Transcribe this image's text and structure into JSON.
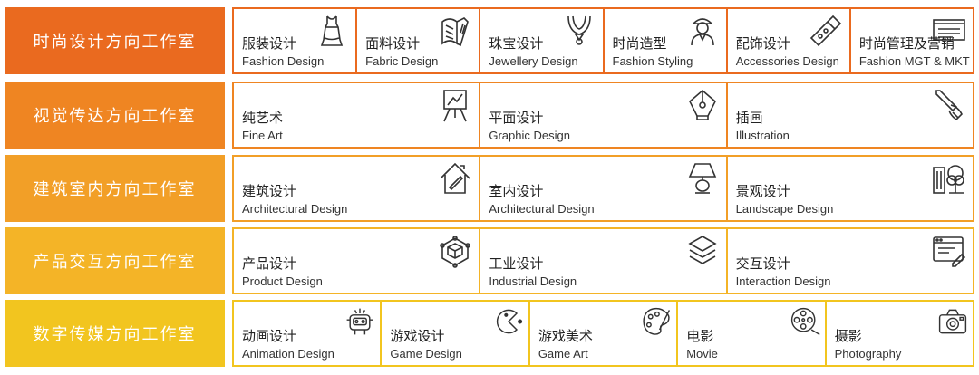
{
  "colors": {
    "row1": "#ea6a1f",
    "row2": "#ef8522",
    "row3": "#f29f27",
    "row4": "#f4b427",
    "row5": "#f2c51f"
  },
  "rows": [
    {
      "label": "时尚设计方向工作室",
      "cells": [
        {
          "zh": "服装设计",
          "en": "Fashion Design",
          "icon": "dress-icon"
        },
        {
          "zh": "面料设计",
          "en": "Fabric Design",
          "icon": "fabric-icon"
        },
        {
          "zh": "珠宝设计",
          "en": "Jewellery Design",
          "icon": "necklace-icon"
        },
        {
          "zh": "时尚造型",
          "en": "Fashion Styling",
          "icon": "stylist-icon"
        },
        {
          "zh": "配饰设计",
          "en": "Accessories Design",
          "icon": "accessory-icon"
        },
        {
          "zh": "时尚管理及营销",
          "en": "Fashion MGT & MKT",
          "icon": "document-icon"
        }
      ]
    },
    {
      "label": "视觉传达方向工作室",
      "cells": [
        {
          "zh": "纯艺术",
          "en": "Fine Art",
          "icon": "easel-icon"
        },
        {
          "zh": "平面设计",
          "en": "Graphic Design",
          "icon": "pen-nib-icon"
        },
        {
          "zh": "插画",
          "en": "Illustration",
          "icon": "pencil-hand-icon"
        }
      ]
    },
    {
      "label": "建筑室内方向工作室",
      "cells": [
        {
          "zh": "建筑设计",
          "en": "Architectural Design",
          "icon": "house-icon"
        },
        {
          "zh": "室内设计",
          "en": "Architectural Design",
          "icon": "lamp-icon"
        },
        {
          "zh": "景观设计",
          "en": "Landscape Design",
          "icon": "tree-building-icon"
        }
      ]
    },
    {
      "label": "产品交互方向工作室",
      "cells": [
        {
          "zh": "产品设计",
          "en": "Product Design",
          "icon": "cube-network-icon"
        },
        {
          "zh": "工业设计",
          "en": "Industrial Design",
          "icon": "layers-icon"
        },
        {
          "zh": "交互设计",
          "en": "Interaction Design",
          "icon": "browser-pen-icon"
        }
      ]
    },
    {
      "label": "数字传媒方向工作室",
      "cells": [
        {
          "zh": "动画设计",
          "en": "Animation Design",
          "icon": "robot-icon"
        },
        {
          "zh": "游戏设计",
          "en": "Game Design",
          "icon": "pacman-icon"
        },
        {
          "zh": "游戏美术",
          "en": "Game Art",
          "icon": "palette-icon"
        },
        {
          "zh": "电影",
          "en": "Movie",
          "icon": "film-reel-icon"
        },
        {
          "zh": "摄影",
          "en": "Photography",
          "icon": "camera-icon"
        }
      ]
    }
  ]
}
